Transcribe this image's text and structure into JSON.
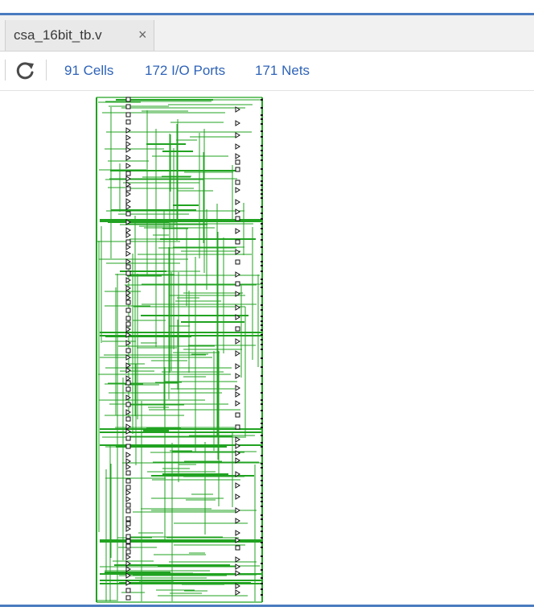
{
  "tab": {
    "title": "csa_16bit_tb.v",
    "close_glyph": "×"
  },
  "toolbar": {
    "refresh_icon": "refresh-icon",
    "cells": "91 Cells",
    "io_ports": "172 I/O Ports",
    "nets": "171 Nets"
  },
  "colors": {
    "accent": "#4a7bbf",
    "wire": "#21a321",
    "link_text": "#2e63b8"
  }
}
